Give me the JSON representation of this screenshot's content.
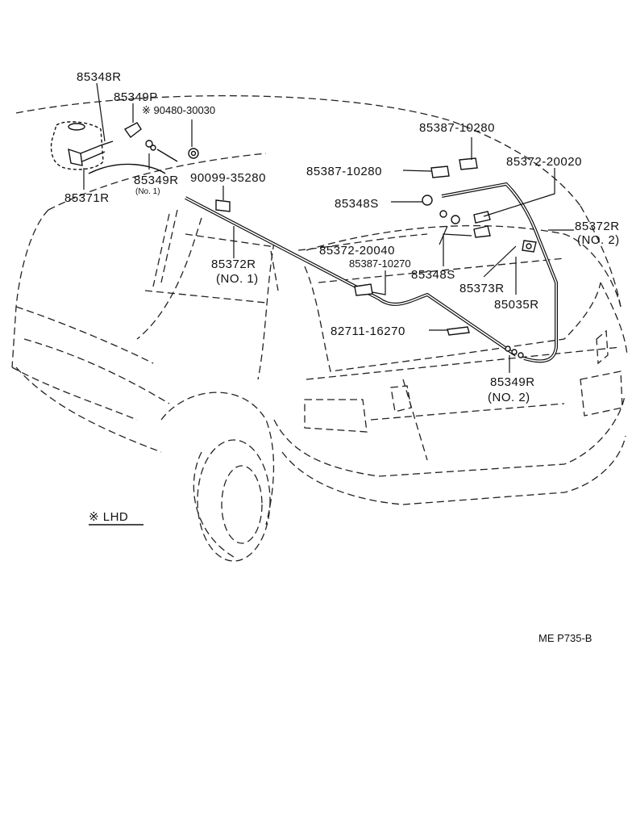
{
  "labels": {
    "p85348R": "85348R",
    "p85349P": "85349P",
    "p90480": "※ 90480-30030",
    "p85349R_no1": "85349R",
    "p85349R_no1_sub": "(No. 1)",
    "p85371R": "85371R",
    "p90099": "90099-35280",
    "p85372R_no1": "85372R",
    "p85372R_no1_sub": "(NO. 1)",
    "p85387_top": "85387-10280",
    "p85387_mid": "85387-10280",
    "p85372_20020": "85372-20020",
    "p85348S_top": "85348S",
    "p85372R_no2": "85372R",
    "p85372R_no2_sub": "(NO. 2)",
    "p85372_20040": "85372-20040",
    "p85387_10270": "85387-10270",
    "p85348S_bottom": "85348S",
    "p85373R": "85373R",
    "p85035R": "85035R",
    "p82711": "82711-16270",
    "p85349R_no2": "85349R",
    "p85349R_no2_sub": "(NO. 2)"
  },
  "legend": {
    "text": "※ LHD"
  },
  "footer": {
    "code": "ME P735-B"
  }
}
